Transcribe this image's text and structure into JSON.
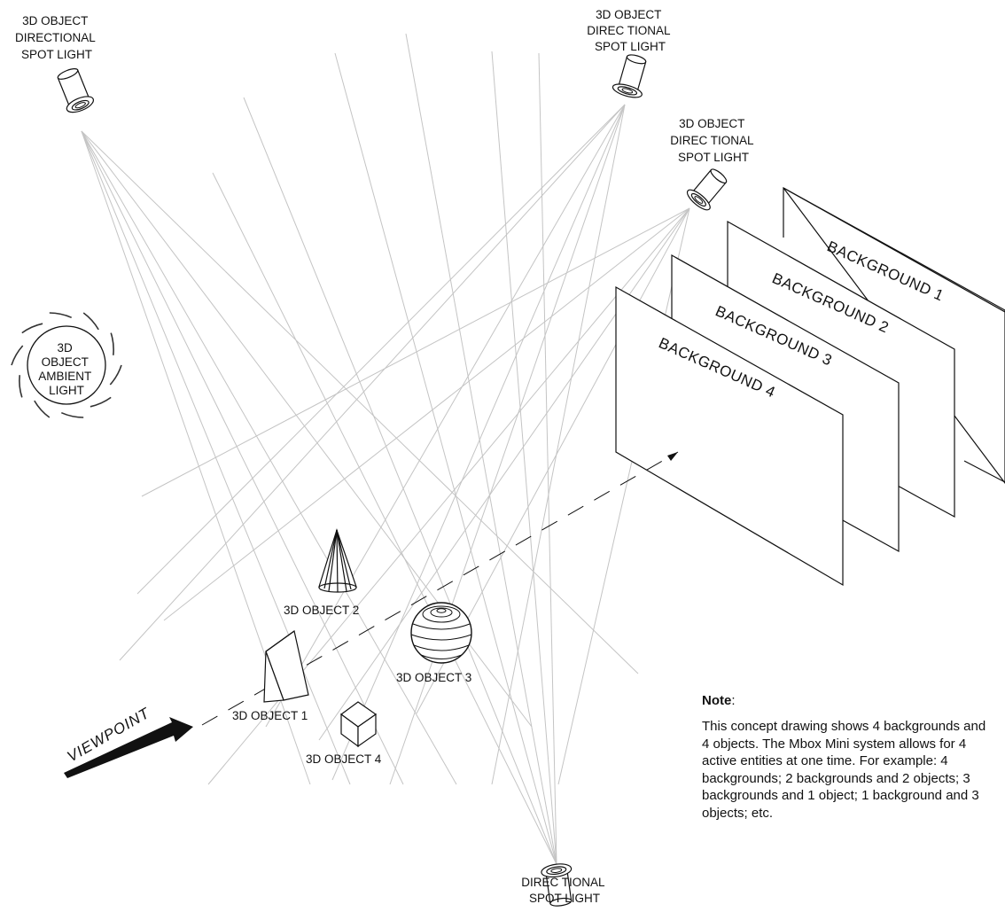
{
  "labels": {
    "spot_top_left": [
      "3D OBJECT",
      "DIRECTIONAL",
      "SPOT LIGHT"
    ],
    "spot_top_center": [
      "3D OBJECT",
      "DIREC TIONAL",
      "SPOT LIGHT"
    ],
    "spot_right": [
      "3D OBJECT",
      "DIREC TIONAL",
      "SPOT LIGHT"
    ],
    "ambient": [
      "3D",
      "OBJECT",
      "AMBIENT",
      "LIGHT"
    ],
    "spot_bottom": [
      "DIREC TIONAL",
      "SPOT LIGHT"
    ],
    "object_1": "3D OBJECT 1",
    "object_2": "3D OBJECT 2",
    "object_3": "3D OBJECT 3",
    "object_4": "3D OBJECT 4",
    "viewpoint": "VIEWPOINT",
    "background_1": "BACKGROUND 1",
    "background_2": "BACKGROUND 2",
    "background_3": "BACKGROUND 3",
    "background_4": "BACKGROUND 4"
  },
  "note": {
    "title": "Note",
    "title_suffix": ":",
    "lines": [
      "This concept drawing shows 4 backgrounds and",
      "4 objects. The Mbox Mini system allows for 4",
      "active entities at one time. For example: 4",
      "backgrounds; 2 backgrounds and 2 objects; 3",
      "backgrounds and 1 object; 1 background and 3",
      "objects; etc."
    ]
  }
}
